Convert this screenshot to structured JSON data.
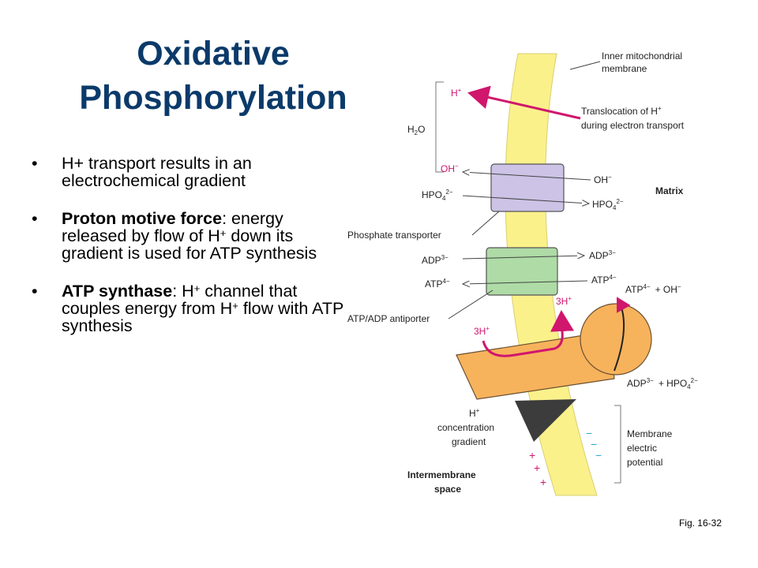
{
  "slide": {
    "title_line1": "Oxidative",
    "title_line2": "Phosphorylation",
    "bullets": [
      {
        "text": "H+ transport results in an electrochemical gradient"
      },
      {
        "strong": "Proton motive force",
        "rest": ": energy released by flow of H",
        "sup1": "+",
        "rest2": " down its gradient is used for ATP synthesis"
      },
      {
        "strong": "ATP synthase",
        "rest": ": H",
        "sup1": "+",
        "rest2": " channel that couples energy from H",
        "sup2": "+",
        "rest3": " flow with ATP synthesis"
      }
    ],
    "fig_label": "Fig. 16-32"
  },
  "diagram": {
    "labels": {
      "inner_membrane_1": "Inner mitochondrial",
      "inner_membrane_2": "membrane",
      "h_plus": "H",
      "translocation_1": "Translocation of H",
      "translocation_2": "during electron transport",
      "h2o": "H",
      "h2o_o": "O",
      "oh_left": "OH",
      "oh_right": "OH",
      "hpo4_left": "HPO",
      "hpo4_right": "HPO",
      "matrix": "Matrix",
      "phosphate_transporter": "Phosphate transporter",
      "adp_left": "ADP",
      "adp_right": "ADP",
      "atp_left": "ATP",
      "atp_right": "ATP",
      "atp_oh": "ATP",
      "plus_oh": "+ OH",
      "three_h_top": "3H",
      "three_h_left": "3H",
      "antiporter": "ATP/ADP antiporter",
      "adp_hpo4": "ADP",
      "plus_hpo4": "+ HPO",
      "h_gradient_1": "H",
      "h_gradient_2": "concentration",
      "h_gradient_3": "gradient",
      "membrane_potential_1": "Membrane",
      "membrane_potential_2": "electric",
      "membrane_potential_3": "potential",
      "intermembrane_1": "Intermembrane",
      "intermembrane_2": "space",
      "minus": "−",
      "plus": "+"
    },
    "colors": {
      "membrane": "#fbf18b",
      "phosphate_transporter": "#ccc3e6",
      "antiporter": "#aedba6",
      "atp_synthase": "#f7b25c",
      "arrow": "#d0166d",
      "minus_color": "#2aa7d6",
      "plus_color": "#d0166d"
    }
  }
}
